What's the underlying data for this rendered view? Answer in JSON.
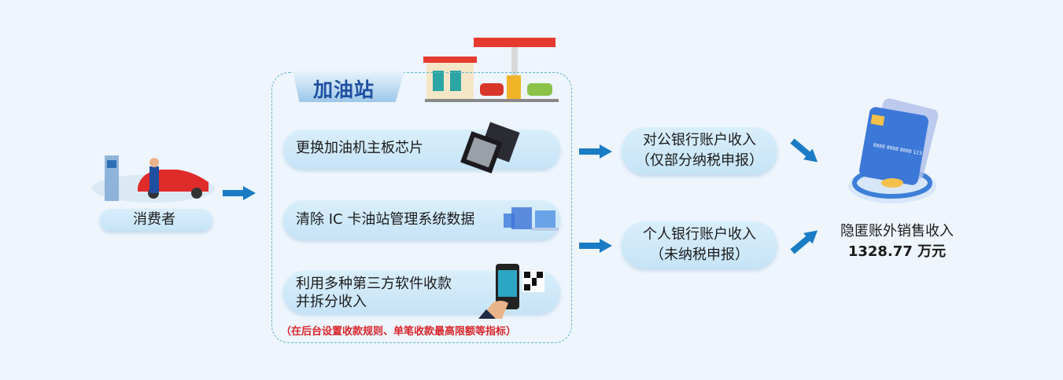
{
  "consumer": {
    "label": "消费者"
  },
  "station": {
    "title": "加油站",
    "methods": [
      {
        "label": "更换加油机主板芯片"
      },
      {
        "label": "清除 IC 卡油站管理系统数据"
      },
      {
        "line1": "利用多种第三方软件收款",
        "line2": "并拆分收入"
      }
    ],
    "note": "（在后台设置收款规则、单笔收款最高限额等指标）"
  },
  "accounts": [
    {
      "line1": "对公银行账户收入",
      "line2": "（仅部分纳税申报）"
    },
    {
      "line1": "个人银行账户收入",
      "line2": "（未纳税申报）"
    }
  ],
  "result": {
    "label": "隐匿账外销售收入",
    "amount": "1328.77 万元",
    "card_number": "8888 8888 8888 123"
  },
  "colors": {
    "arrow": "#1a7cc4",
    "pill": "#cfe8f8",
    "note": "#d9262b",
    "title": "#1f4fa0"
  }
}
